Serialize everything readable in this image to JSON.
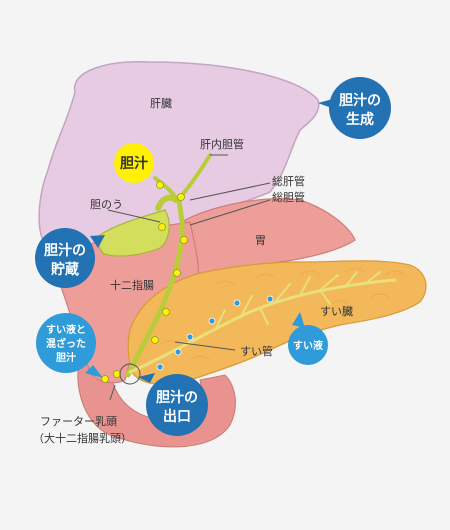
{
  "labels": {
    "liver": "肝臓",
    "intrahepatic_duct": "肝内胆管",
    "common_hepatic_duct": "総肝管",
    "common_bile_duct": "総胆管",
    "gallbladder": "胆のう",
    "stomach": "胃",
    "duodenum": "十二指腸",
    "pancreas": "すい臓",
    "pancreatic_duct": "すい管",
    "papilla_line1": "ファーター乳頭",
    "papilla_line2": "（大十二指腸乳頭）"
  },
  "badges": {
    "production": {
      "line1": "胆汁の",
      "line2": "生成"
    },
    "bile": {
      "line1": "胆汁"
    },
    "storage": {
      "line1": "胆汁の",
      "line2": "貯蔵"
    },
    "exit": {
      "line1": "胆汁の",
      "line2": "出口"
    },
    "pancreatic_juice": {
      "line1": "すい液"
    },
    "mixed": {
      "line1": "すい液と",
      "line2": "混ざった",
      "line3": "胆汁"
    }
  },
  "colors": {
    "liver": "#e6cbe3",
    "stomach": "#ee9e99",
    "pancreas": "#f3b85a",
    "gallbladder": "#d3df5c",
    "bile_duct": "#b9cc39",
    "badge_blue": "#2372b4",
    "badge_light_blue": "#2f9bd8",
    "badge_yellow": "#fff100"
  }
}
